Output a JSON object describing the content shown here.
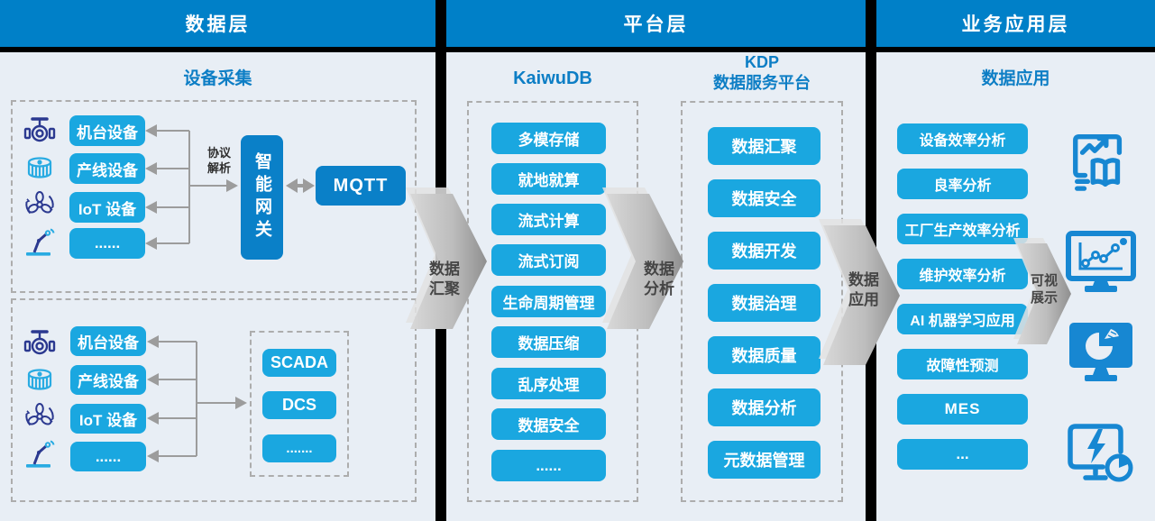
{
  "colors": {
    "header_blue": "#0080C8",
    "node_cyan": "#1AA7E0",
    "node_dark_blue": "#0A80C8",
    "panel_bg": "#E8EEF5",
    "title_blue": "#0D7EC5",
    "arrow_grey": "#9C9C9C",
    "divider_black": "#000000",
    "app_icon_blue": "#1787D2"
  },
  "headers": {
    "data_layer": "数据层",
    "platform_layer": "平台层",
    "application_layer": "业务应用层"
  },
  "data_layer": {
    "title": "设备采集",
    "group1": {
      "devices": [
        "机台设备",
        "产线设备",
        "IoT 设备",
        "......"
      ],
      "protocol_label": "协议\n解析",
      "gateway": "智能网关",
      "broker": "MQTT"
    },
    "group2": {
      "devices": [
        "机台设备",
        "产线设备",
        "IoT 设备",
        "......"
      ],
      "systems": [
        "SCADA",
        "DCS",
        "......."
      ]
    },
    "device_icons": [
      "valve-icon",
      "motor-drum-icon",
      "fan-icon",
      "robot-arm-icon"
    ]
  },
  "platform_layer": {
    "kaiwudb": {
      "title": "KaiwuDB",
      "items": [
        "多模存储",
        "就地就算",
        "流式计算",
        "流式订阅",
        "生命周期管理",
        "数据压缩",
        "乱序处理",
        "数据安全",
        "......"
      ]
    },
    "kdp": {
      "title": "KDP\n数据服务平台",
      "items": [
        "数据汇聚",
        "数据安全",
        "数据开发",
        "数据治理",
        "数据质量",
        "数据分析",
        "元数据管理"
      ]
    }
  },
  "application_layer": {
    "title": "数据应用",
    "items": [
      "设备效率分析",
      "良率分析",
      "工厂生产效率分析",
      "维护效率分析",
      "AI 机器学习应用",
      "故障性预测",
      "MES",
      "..."
    ],
    "icons": [
      "report-analytics-icon",
      "monitor-line-chart-icon",
      "monitor-pie-chart-icon",
      "monitor-energy-icon"
    ]
  },
  "flow_labels": {
    "aggregate": "数据\n汇聚",
    "analyze": "数据\n分析",
    "apply": "数据\n应用",
    "visualize": "可视\n展示"
  }
}
